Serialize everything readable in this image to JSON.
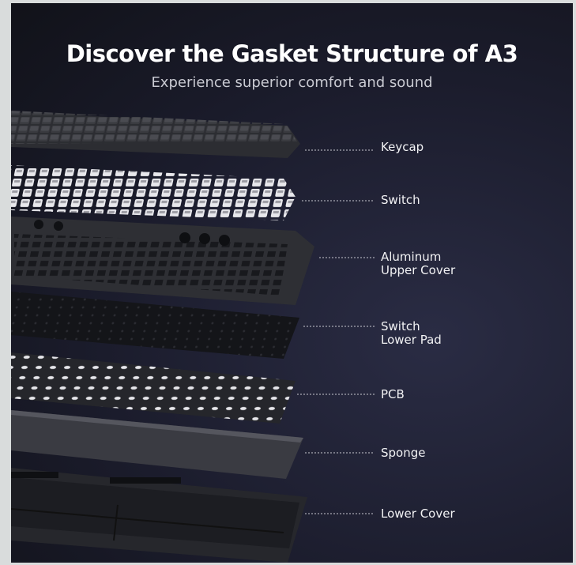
{
  "header": {
    "title": "Discover the Gasket Structure of A3",
    "subtitle": "Experience superior comfort and sound"
  },
  "layers": [
    {
      "label": "Keycap"
    },
    {
      "label": "Switch"
    },
    {
      "label_line1": "Aluminum",
      "label_line2": "Upper Cover"
    },
    {
      "label_line1": "Switch",
      "label_line2": "Lower Pad"
    },
    {
      "label": "PCB"
    },
    {
      "label": "Sponge"
    },
    {
      "label": "Lower Cover"
    }
  ],
  "colors": {
    "background": "#1b1c2c",
    "text": "#ffffff",
    "leader": "#c8c8d0"
  }
}
